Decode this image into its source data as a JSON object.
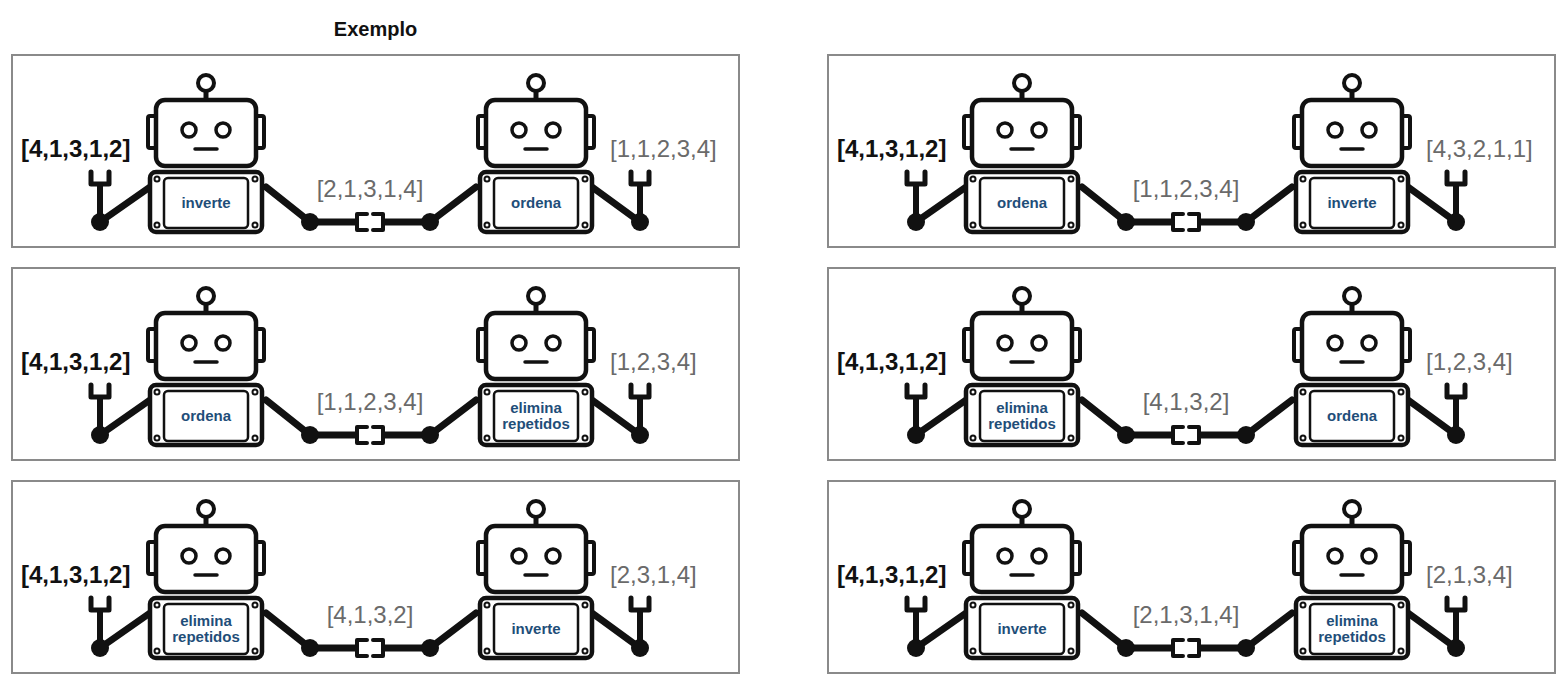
{
  "diagram": {
    "title": "Exemplo",
    "nodes": [
      {
        "text": [
          "[4,1,3,1,2]",
          "[1,1,2,3,4]"
        ]
      },
      {
        "text": [
          "inverte"
        ],
        "in": 0
      },
      {
        "text": [
          "ordena"
        ],
        "in": 0
      },
      {
        "text": [
          "[4,1,3,1,2]",
          "[4,3,2,1,1]"
        ]
      },
      {
        "text": [
          "ordena"
        ],
        "in": 3
      },
      {
        "text": [
          "inverte"
        ],
        "in": 3
      },
      {
        "text": [
          "[4,1,3,1,2]",
          "[1,2,3,4]"
        ]
      },
      {
        "text": [
          "ordena"
        ],
        "in": 6
      },
      {
        "text": [
          "elimina repetidos"
        ],
        "in": 6
      },
      {
        "text": [
          "[4,1,3,1,2]",
          "[1,2,3,4]"
        ]
      },
      {
        "text": [
          "elimina repetidos"
        ],
        "in": 9
      },
      {
        "text": [
          "ordena"
        ],
        "in": 9
      },
      {
        "text": [
          "[4,1,3,1,2]",
          "[2,3,1,4]"
        ]
      },
      {
        "text": [
          "elimina repetidos"
        ],
        "in": 12
      },
      {
        "text": [
          "inverte"
        ],
        "in": 12
      },
      {
        "text": [
          "[4,1,3,1,2]",
          "[2,1,3,4]"
        ]
      },
      {
        "text": [
          "inverte"
        ],
        "in": 15
      },
      {
        "text": [
          "elimina repetidos"
        ],
        "in": 15
      }
    ],
    "edges": [
      {
        "from": 1,
        "to": 2,
        "arrow": "none",
        "label": "[2,1,3,1,4]"
      },
      {
        "from": 4,
        "to": 5,
        "arrow": "none",
        "label": "[1,1,2,3,4]"
      },
      {
        "from": 7,
        "to": 8,
        "arrow": "none",
        "label": "[1,1,2,3,4]"
      },
      {
        "from": 10,
        "to": 11,
        "arrow": "none",
        "label": "[4,1,3,2]"
      },
      {
        "from": 13,
        "to": 14,
        "arrow": "none",
        "label": "[4,1,3,2]"
      },
      {
        "from": 16,
        "to": 17,
        "arrow": "none",
        "label": "[2,1,3,1,4]"
      }
    ]
  }
}
